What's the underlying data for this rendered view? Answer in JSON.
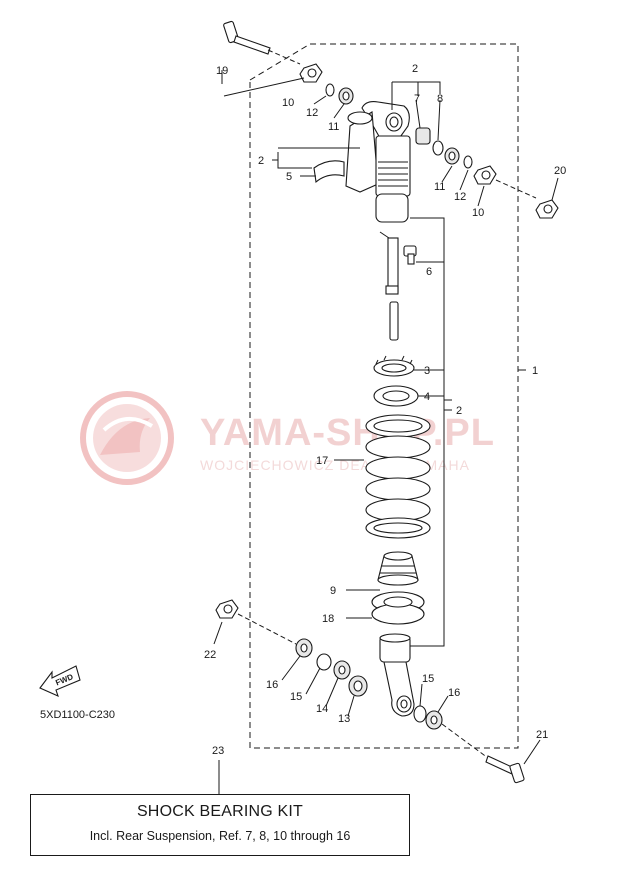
{
  "diagram": {
    "code": "5XD1100-C230",
    "fwd_label": "FWD",
    "watermark": {
      "title": "YAMA-SHOP.PL",
      "subtitle": "WOJCIECHOWICZ DEALER YAMAHA"
    },
    "labels": [
      "19",
      "10",
      "12",
      "11",
      "2",
      "7",
      "8",
      "11",
      "12",
      "10",
      "20",
      "2",
      "5",
      "6",
      "3",
      "4",
      "1",
      "2",
      "17",
      "9",
      "18",
      "22",
      "16",
      "15",
      "14",
      "13",
      "15",
      "16",
      "21",
      "23"
    ]
  },
  "kit": {
    "title": "SHOCK BEARING KIT",
    "description": "Incl. Rear Suspension, Ref. 7, 8, 10 through 16"
  },
  "colors": {
    "line": "#1a1a1a",
    "watermark": "#e8a8a8"
  }
}
